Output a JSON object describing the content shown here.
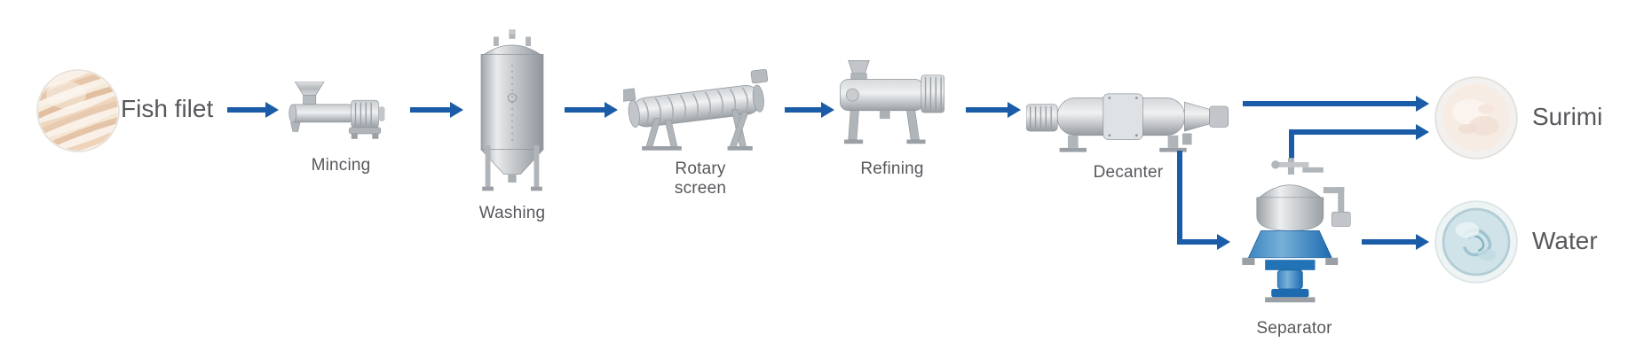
{
  "diagram": {
    "type": "process-flow"
  },
  "nodes": [
    {
      "id": "fish_filet",
      "label": "Fish filet",
      "icon": "fish-filet-photo"
    },
    {
      "id": "mincing",
      "label": "Mincing",
      "icon": "mincing-machine"
    },
    {
      "id": "washing",
      "label": "Washing",
      "icon": "washing-tank"
    },
    {
      "id": "rotary_screen",
      "label": "Rotary screen",
      "icon": "rotary-screen-machine"
    },
    {
      "id": "refining",
      "label": "Refining",
      "icon": "refining-machine"
    },
    {
      "id": "decanter",
      "label": "Decanter",
      "icon": "decanter-machine"
    },
    {
      "id": "separator",
      "label": "Separator",
      "icon": "separator-machine"
    },
    {
      "id": "surimi",
      "label": "Surimi",
      "icon": "surimi-photo"
    },
    {
      "id": "water",
      "label": "Water",
      "icon": "water-photo"
    }
  ],
  "edges": [
    {
      "from": "fish_filet",
      "to": "mincing"
    },
    {
      "from": "mincing",
      "to": "washing"
    },
    {
      "from": "washing",
      "to": "rotary_screen"
    },
    {
      "from": "rotary_screen",
      "to": "refining"
    },
    {
      "from": "refining",
      "to": "decanter"
    },
    {
      "from": "decanter",
      "to": "surimi"
    },
    {
      "from": "decanter",
      "to": "separator"
    },
    {
      "from": "separator",
      "to": "surimi"
    },
    {
      "from": "separator",
      "to": "water"
    }
  ],
  "colors": {
    "arrow": "#1a5ca8",
    "label_text": "#57585c",
    "separator_accent": "#2273b5"
  }
}
